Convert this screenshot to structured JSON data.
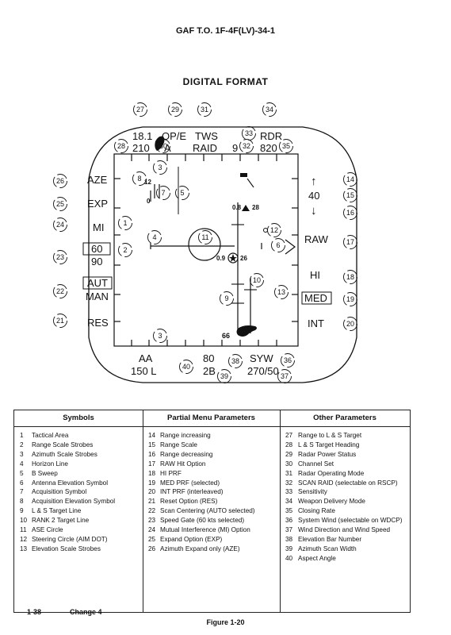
{
  "header": {
    "doc_id": "GAF T.O. 1F-4F(LV)-34-1"
  },
  "page_title": "DIGITAL FORMAT",
  "display": {
    "top_row1": {
      "range": "18.1",
      "mode": "OP/E",
      "tws": "TWS",
      "rdr": "RDR"
    },
    "top_row2": {
      "range_val": "210",
      "a": "A",
      "raid": "RAID",
      "scan": "9",
      "rdr_val": "820"
    },
    "left_labels": {
      "aze": "AZE",
      "exp": "EXP",
      "mi": "MI",
      "prf_top": "60",
      "prf_bot": "90",
      "aut": "AUT",
      "man": "MAN",
      "res": "RES"
    },
    "right_labels": {
      "range_up": "↑",
      "range_val": "40",
      "range_down": "↓",
      "raw": "RAW",
      "hi": "HI",
      "med": "MED",
      "int": "INT"
    },
    "inner_numbers": {
      "elev_top": "12",
      "elev_bot": "0",
      "target": "0.8",
      "target_hdg": "28",
      "steer_left": "0.9",
      "steer_right": "26",
      "closing": "66"
    },
    "bottom_row1": {
      "aa": "AA",
      "rate": "80",
      "syw": "SYW"
    },
    "bottom_row2": {
      "aspect": "150 L",
      "bars": "2B",
      "wind": "270/50"
    },
    "callouts": [
      "1",
      "2",
      "3",
      "3",
      "4",
      "5",
      "6",
      "7",
      "8",
      "9",
      "10",
      "11",
      "12",
      "13",
      "14",
      "15",
      "16",
      "17",
      "18",
      "19",
      "20",
      "21",
      "22",
      "23",
      "24",
      "25",
      "26",
      "27",
      "28",
      "29",
      "30",
      "31",
      "32",
      "33",
      "34",
      "35",
      "36",
      "37",
      "38",
      "39",
      "40"
    ]
  },
  "table": {
    "headers": [
      "Symbols",
      "Partial Menu Parameters",
      "Other Parameters"
    ],
    "symbols": [
      {
        "n": "1",
        "t": "Tactical Area"
      },
      {
        "n": "2",
        "t": "Range Scale Strobes"
      },
      {
        "n": "3",
        "t": "Azimuth Scale Strobes"
      },
      {
        "n": "4",
        "t": "Horizon Line"
      },
      {
        "n": "5",
        "t": "B Sweep"
      },
      {
        "n": "6",
        "t": "Antenna Elevation Symbol"
      },
      {
        "n": "7",
        "t": "Acquisition Symbol"
      },
      {
        "n": "8",
        "t": "Acquisition Elevation Symbol"
      },
      {
        "n": "9",
        "t": "L & S Target Line"
      },
      {
        "n": "10",
        "t": "RANK 2 Target Line"
      },
      {
        "n": "11",
        "t": "ASE Circle"
      },
      {
        "n": "12",
        "t": "Steering Circle (AIM DOT)"
      },
      {
        "n": "13",
        "t": "Elevation Scale Strobes"
      }
    ],
    "menu": [
      {
        "n": "14",
        "t": "Range increasing"
      },
      {
        "n": "15",
        "t": "Range Scale"
      },
      {
        "n": "16",
        "t": "Range decreasing"
      },
      {
        "n": "17",
        "t": "RAW Hit Option"
      },
      {
        "n": "18",
        "t": "HI PRF"
      },
      {
        "n": "19",
        "t": "MED PRF (selected)"
      },
      {
        "n": "20",
        "t": "INT PRF (interleaved)"
      },
      {
        "n": "21",
        "t": "Reset Option (RES)"
      },
      {
        "n": "22",
        "t": "Scan Centering (AUTO selected)"
      },
      {
        "n": "23",
        "t": "Speed Gate (60 kts selected)"
      },
      {
        "n": "24",
        "t": "Mutual Interference (MI) Option"
      },
      {
        "n": "25",
        "t": "Expand Option (EXP)"
      },
      {
        "n": "26",
        "t": "Azimuth Expand only (AZE)"
      }
    ],
    "other": [
      {
        "n": "27",
        "t": "Range to L & S Target"
      },
      {
        "n": "28",
        "t": "L & S Target Heading"
      },
      {
        "n": "29",
        "t": "Radar Power Status"
      },
      {
        "n": "30",
        "t": "Channel Set"
      },
      {
        "n": "31",
        "t": "Radar Operating Mode"
      },
      {
        "n": "32",
        "t": "SCAN RAID (selectable on RSCP)"
      },
      {
        "n": "33",
        "t": "Sensitivity"
      },
      {
        "n": "34",
        "t": "Weapon Delivery Mode"
      },
      {
        "n": "35",
        "t": "Closing Rate"
      },
      {
        "n": "36",
        "t": "System Wind (selectable on WDCP)"
      },
      {
        "n": "37",
        "t": "Wind Direction and Wind Speed"
      },
      {
        "n": "38",
        "t": "Elevation Bar Number"
      },
      {
        "n": "39",
        "t": "Azimuth Scan Width"
      },
      {
        "n": "40",
        "t": "Aspect Angle"
      }
    ]
  },
  "figure_caption": "Figure 1-20",
  "footer": {
    "page": "1-38",
    "change": "Change 4"
  }
}
